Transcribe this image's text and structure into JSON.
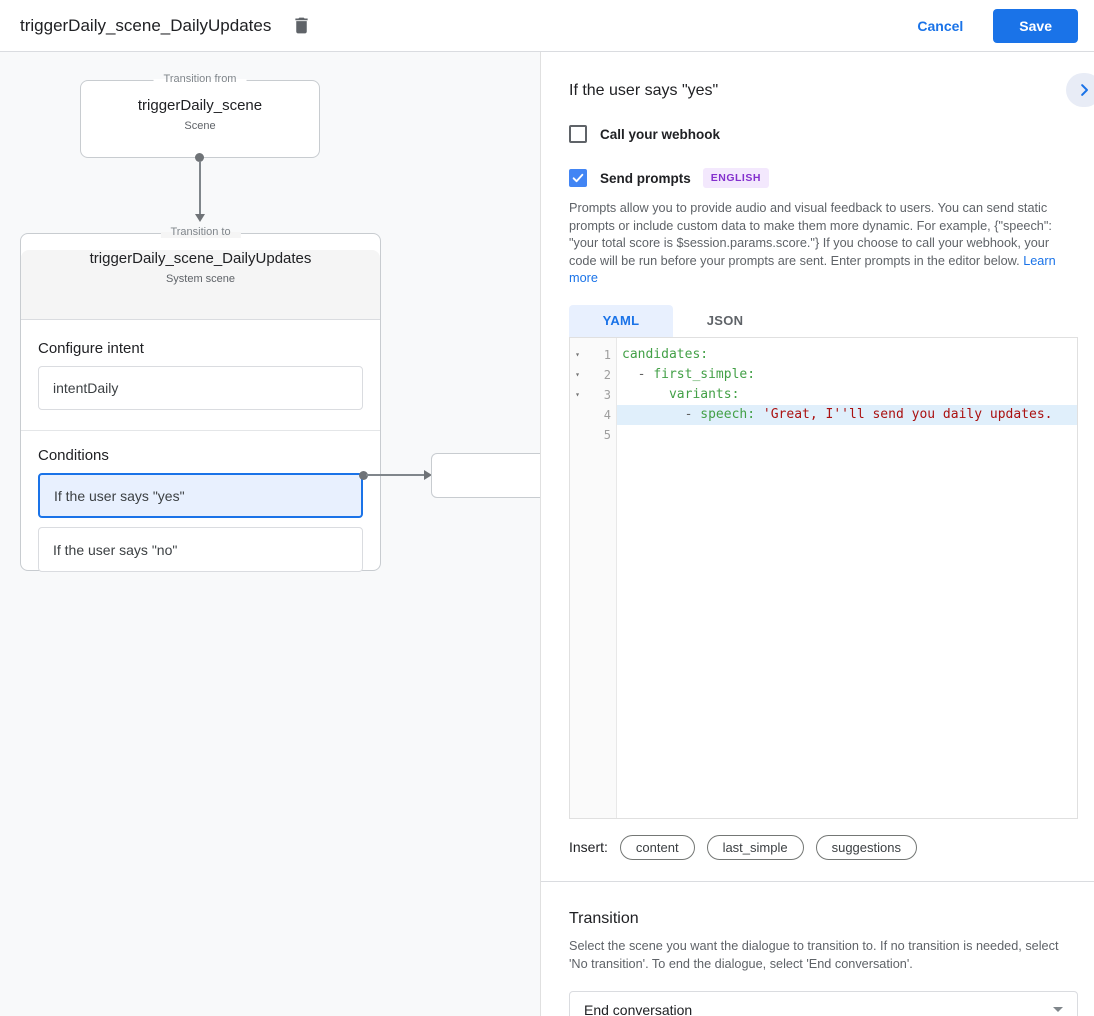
{
  "header": {
    "title": "triggerDaily_scene_DailyUpdates",
    "cancel_label": "Cancel",
    "save_label": "Save"
  },
  "canvas": {
    "from_node": {
      "legend": "Transition from",
      "title": "triggerDaily_scene",
      "subtitle": "Scene"
    },
    "to_node": {
      "legend": "Transition to",
      "title": "triggerDaily_scene_DailyUpdates",
      "subtitle": "System scene",
      "configure_intent_label": "Configure intent",
      "intent_value": "intentDaily",
      "conditions_label": "Conditions",
      "conditions": [
        {
          "label": "If the user says \"yes\"",
          "selected": true
        },
        {
          "label": "If the user says \"no\"",
          "selected": false
        }
      ]
    }
  },
  "panel": {
    "heading": "If the user says \"yes\"",
    "webhook": {
      "label": "Call your webhook",
      "checked": false
    },
    "prompts": {
      "label": "Send prompts",
      "checked": true,
      "badge": "ENGLISH",
      "description": "Prompts allow you to provide audio and visual feedback to users. You can send static prompts or include custom data to make them more dynamic. For example, {\"speech\": \"your total score is $session.params.score.\"} If you choose to call your webhook, your code will be run before your prompts are sent. Enter prompts in the editor below.",
      "learn_more": "Learn more"
    },
    "tabs": [
      {
        "label": "YAML",
        "selected": true
      },
      {
        "label": "JSON",
        "selected": false
      }
    ],
    "editor": {
      "lines": [
        {
          "num": 1,
          "fold": true,
          "selected": false,
          "tokens": [
            {
              "c": "key",
              "t": "candidates:"
            }
          ]
        },
        {
          "num": 2,
          "fold": true,
          "selected": false,
          "tokens": [
            {
              "c": "plain",
              "t": "  "
            },
            {
              "c": "dash",
              "t": "- "
            },
            {
              "c": "key",
              "t": "first_simple:"
            }
          ]
        },
        {
          "num": 3,
          "fold": true,
          "selected": false,
          "tokens": [
            {
              "c": "plain",
              "t": "      "
            },
            {
              "c": "key",
              "t": "variants:"
            }
          ]
        },
        {
          "num": 4,
          "fold": false,
          "selected": true,
          "tokens": [
            {
              "c": "plain",
              "t": "        "
            },
            {
              "c": "dash",
              "t": "- "
            },
            {
              "c": "key",
              "t": "speech:"
            },
            {
              "c": "plain",
              "t": " "
            },
            {
              "c": "string",
              "t": "'Great, I''ll send you daily updates."
            }
          ]
        },
        {
          "num": 5,
          "fold": false,
          "selected": false,
          "tokens": []
        }
      ]
    },
    "insert": {
      "label": "Insert:",
      "pills": [
        "content",
        "last_simple",
        "suggestions"
      ]
    },
    "transition": {
      "heading": "Transition",
      "description": "Select the scene you want the dialogue to transition to. If no transition is needed, select 'No transition'. To end the dialogue, select 'End conversation'.",
      "value": "End conversation"
    }
  },
  "colors": {
    "accent": "#1a73e8",
    "selected_bg": "#e8f0fe",
    "selected_line_bg": "#e0effb",
    "badge_bg": "#f3e8fd",
    "badge_text": "#8430ce",
    "code_key": "#43a047",
    "code_string": "#aa1111"
  }
}
